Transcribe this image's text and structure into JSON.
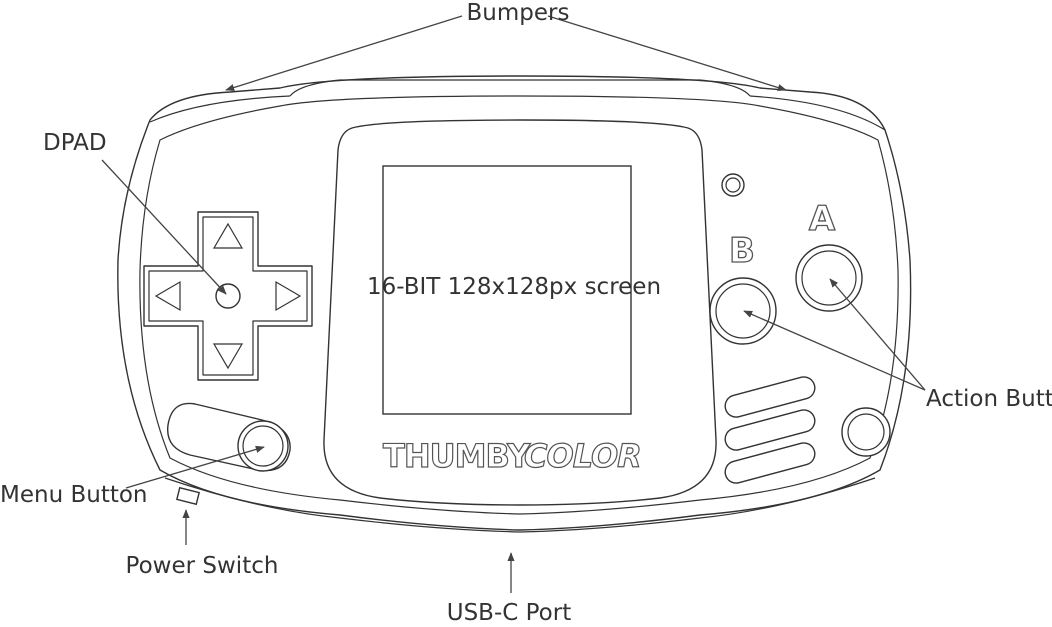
{
  "labels": {
    "bumpers": "Bumpers",
    "dpad": "DPAD",
    "screen": "16-BIT 128x128px screen",
    "menu_button": "Menu Button",
    "power_switch": "Power Switch",
    "usb_port": "USB-C Port",
    "action_buttons": "Action Buttons"
  },
  "device": {
    "brand_left": "THUMBY",
    "brand_right": "COLOR",
    "button_a": "A",
    "button_b": "B"
  }
}
